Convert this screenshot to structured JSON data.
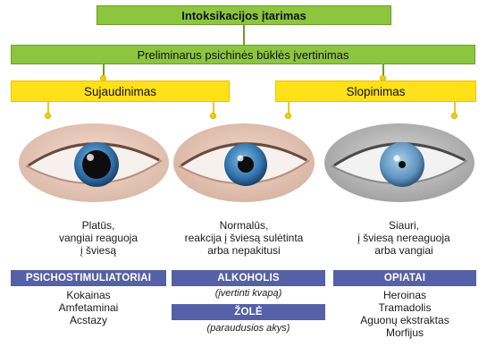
{
  "header": {
    "title": "Intoksikacijos įtarimas",
    "subtitle": "Preliminarus psichinės būklės įvertinimas"
  },
  "states": {
    "left": "Sujaudinimas",
    "right": "Slopinimas"
  },
  "pupils": [
    {
      "lines": [
        "Platūs,",
        "vangiai reaguoja",
        "į šviesą"
      ],
      "category": "PSICHOSTIMULIATORIAI",
      "items": [
        "Kokainas",
        "Amfetaminai",
        "Acstazy"
      ]
    },
    {
      "lines": [
        "Normalūs,",
        "reakcija į šviesą sulėtinta",
        "arba nepakitusi"
      ],
      "category": "ALKOHOLIS",
      "note": "(įvertinti kvapą)",
      "category2": "ŽOLĖ",
      "note2": "(paraudusios akys)"
    },
    {
      "lines": [
        "Siauri,",
        "į šviesą nereaguoja",
        "arba vangiai"
      ],
      "category": "OPIATAI",
      "items": [
        "Heroinas",
        "Tramadolis",
        "Aguonų ekstraktas",
        "Morfijus"
      ]
    }
  ],
  "colors": {
    "green": "#8cc63f",
    "yellow": "#ffe11a",
    "category": "#5660a6"
  }
}
